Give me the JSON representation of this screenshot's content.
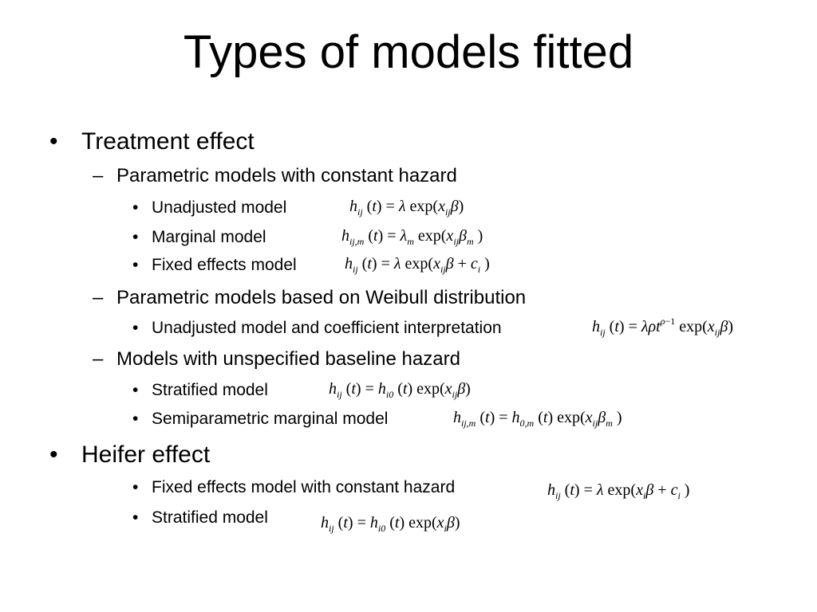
{
  "title": "Types of models fitted",
  "bullet_l1": "•",
  "bullet_l2": "–",
  "bullet_l3": "•",
  "items": [
    "Treatment effect",
    "Parametric models with constant hazard",
    "Unadjusted model",
    "Marginal model",
    "Fixed effects model",
    "Parametric models based on Weibull distribution",
    "Unadjusted model and coefficient interpretation",
    "Models with unspecified baseline hazard",
    "Stratified model",
    "Semiparametric marginal model",
    "Heifer effect",
    "Fixed effects model with constant hazard",
    "Stratified model"
  ],
  "equations": {
    "unadjusted": "h_ij(t) = λ exp(x_ij β)",
    "marginal": "h_ij,m(t) = λ_m exp(x_ij β_m)",
    "fixed_effects": "h_ij(t) = λ exp(x_ij β + c_i)",
    "weibull": "h_ij(t) = λρt^(ρ−1) exp(x_ij β)",
    "stratified": "h_ij(t) = h_i0(t) exp(x_ij β)",
    "semiparametric_marginal": "h_ij,m(t) = h_0,m(t) exp(x_ij β_m)",
    "heifer_fixed_effects": "h_ij(t) = λ exp(x_i β + c_i)",
    "heifer_stratified": "h_ij(t) = h_i0(t) exp(x_i β)"
  }
}
